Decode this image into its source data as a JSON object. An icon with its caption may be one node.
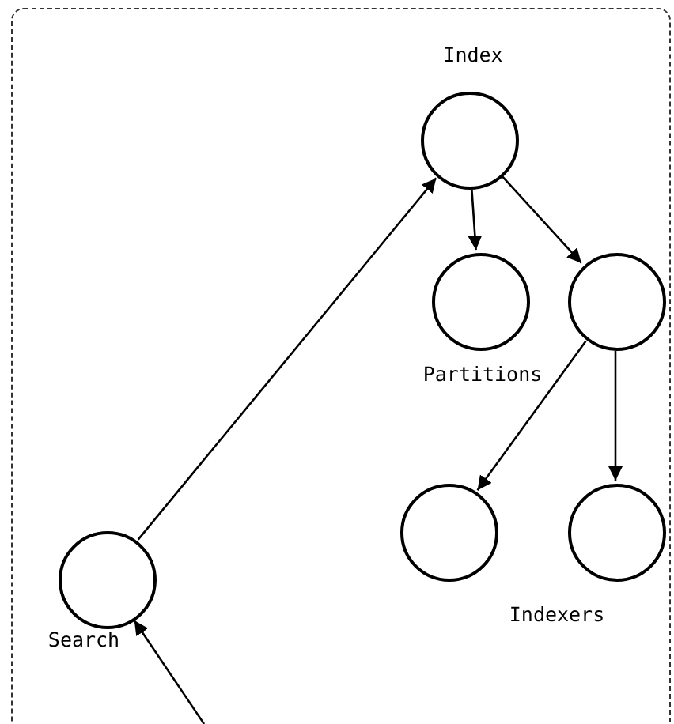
{
  "diagram": {
    "nodes": [
      {
        "text": [],
        "shape": "box"
      },
      {
        "text": [
          "Index"
        ],
        "in": 0
      },
      {
        "text": [],
        "shape": "circle",
        "in": 0
      },
      {
        "text": [],
        "shape": "circle",
        "in": 0
      },
      {
        "text": [],
        "shape": "circle",
        "in": 0
      },
      {
        "text": [],
        "shape": "circle",
        "in": 0
      },
      {
        "text": [
          "Search"
        ],
        "in": 0
      }
    ],
    "edges": [
      {
        "from": 6,
        "to": 1,
        "arrow": "to"
      },
      {
        "from": 1,
        "to": 2,
        "arrow": "to"
      },
      {
        "from": 1,
        "to": 3,
        "arrow": "to"
      },
      {
        "from": 3,
        "to": 4,
        "arrow": "to"
      },
      {
        "from": 3,
        "to": 5,
        "arrow": "to"
      },
      {
        "from": null,
        "to": 6,
        "arrow": "to"
      }
    ],
    "labels": [
      "Partitions",
      "Indexers"
    ]
  }
}
